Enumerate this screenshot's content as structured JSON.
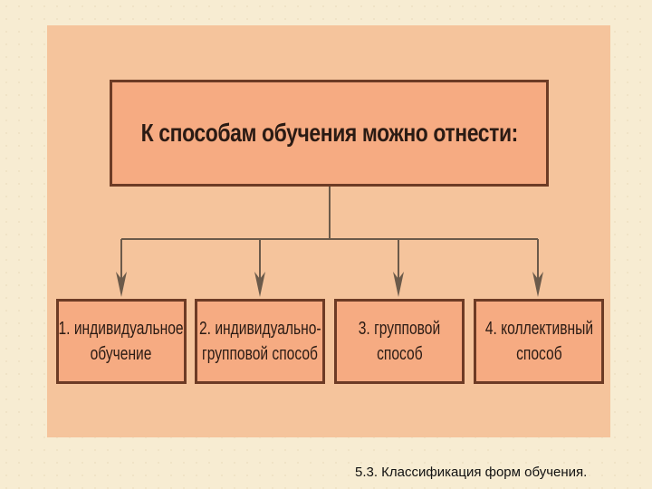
{
  "diagram": {
    "root": "К способам обучения можно отнести:",
    "children": [
      {
        "line1": "1. индивидуальное",
        "line2": "обучение"
      },
      {
        "line1": "2. индивидуально-",
        "line2": "групповой способ"
      },
      {
        "line1": "3. групповой",
        "line2": "способ"
      },
      {
        "line1": "4. коллективный",
        "line2": "способ"
      }
    ]
  },
  "caption": "5.3. Классификация форм обучения.",
  "colors": {
    "panel": "#f5c49c",
    "box_fill": "#f6ab82",
    "box_border": "#6d3b25",
    "connector": "#6b5a4a",
    "background": "#f7ecd2"
  }
}
